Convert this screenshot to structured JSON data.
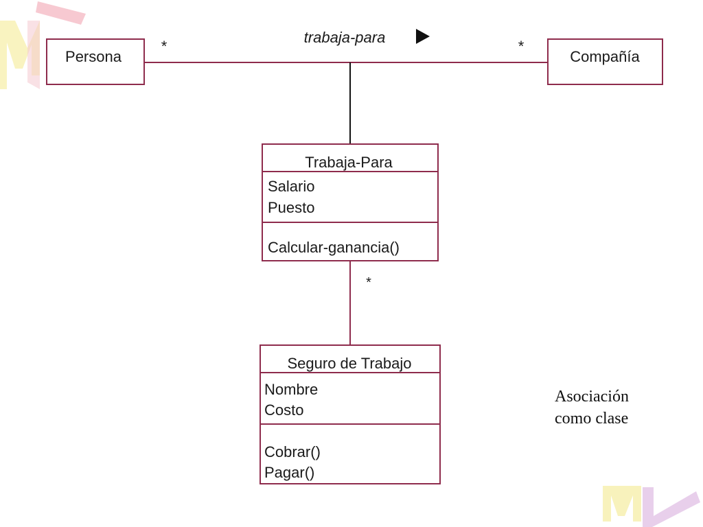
{
  "colors": {
    "box_border": "#8e2b4c",
    "line_black": "#111111",
    "line_class": "#8e2b4c",
    "text": "#1a1a1a",
    "watermark_pink": "#f4b7c2",
    "watermark_yellow": "#f7f0b0",
    "watermark_lilac": "#e4c7e8"
  },
  "association": {
    "label": "trabaja-para",
    "direction_icon": "play-triangle-icon",
    "left_multiplicity": "*",
    "right_multiplicity": "*"
  },
  "classes": {
    "persona": {
      "name": "Persona"
    },
    "compania": {
      "name": "Compañía"
    },
    "trabaja_para": {
      "name": "Trabaja-Para",
      "attributes": [
        "Salario",
        "Puesto"
      ],
      "operations": [
        "Calcular-ganancia()"
      ]
    },
    "seguro": {
      "name": "Seguro de Trabajo",
      "attributes": [
        "Nombre",
        "Costo"
      ],
      "operations": [
        "Cobrar()",
        "Pagar()"
      ]
    }
  },
  "link_multiplicity": "*",
  "caption": {
    "line1": "Asociación",
    "line2": "como clase"
  }
}
